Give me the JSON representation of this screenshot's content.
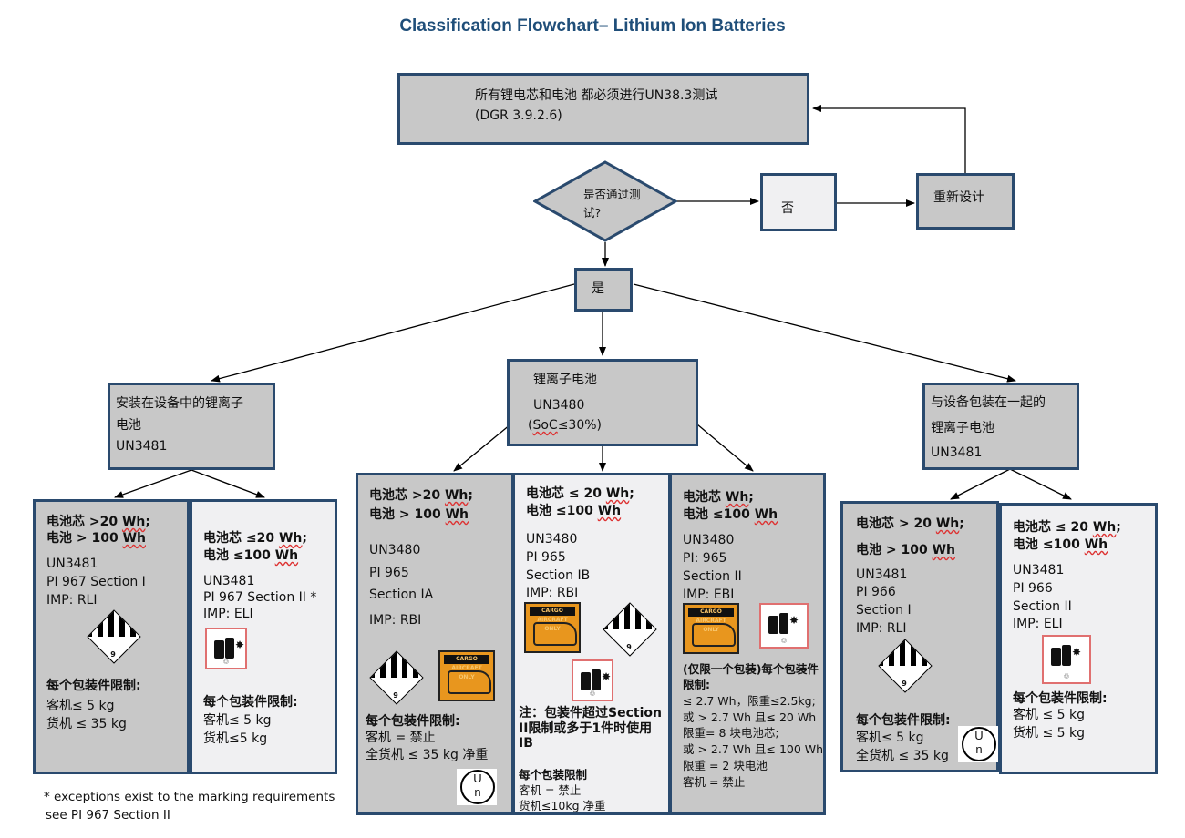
{
  "title": "Classification Flowchart–  Lithium Ion Batteries",
  "top": {
    "line1": "所有锂电芯和电池 都必须进行UN38.3测试",
    "line2": "(DGR 3.9.2.6)"
  },
  "decision": {
    "line1": "是否通过测",
    "line2": "试?"
  },
  "no": "否",
  "redesign": "重新设计",
  "yes": "是",
  "left": {
    "line1": "安装在设备中的锂离子",
    "line2": "电池",
    "line3": "UN3481"
  },
  "mid": {
    "line1": "锂离子电池",
    "line2": "UN3480",
    "line3a": "(",
    "line3b": "SoC",
    "line3c": "≤30%)"
  },
  "right": {
    "line1": "与设备包装在一起的",
    "line2": "锂离子电池",
    "line3": "UN3481"
  },
  "c1": {
    "h1a": "电池芯",
    "h1b": " >20 ",
    "h1c": "Wh",
    "h1d": ";",
    "h2a": "电池",
    "h2b": " > 100 ",
    "h2c": "Wh",
    "l1": "UN3481",
    "l2": "PI 967 Section I",
    "l3": "IMP: RLI",
    "lim": "每个包装件限制:",
    "p1": "客机≤ 5 kg",
    "p2": "货机 ≤ 35 kg"
  },
  "c2": {
    "h1a": "电池芯",
    "h1b": " ≤20 ",
    "h1c": "Wh",
    "h1d": ";",
    "h2a": "电池",
    "h2b": " ≤100 ",
    "h2c": "Wh",
    "l1": "UN3481",
    "l2": "PI 967 Section II  *",
    "l3": "IMP: ELI",
    "lim": "每个包装件限制:",
    "p1": "客机≤ 5 kg",
    "p2": "货机≤5 kg"
  },
  "c3": {
    "h1a": "电池芯",
    "h1b": " >20 ",
    "h1c": "Wh",
    "h1d": ";",
    "h2a": "电池",
    "h2b": " > 100 ",
    "h2c": "Wh",
    "l1": "UN3480",
    "l2": "PI 965",
    "l3": "Section IA",
    "l4": "IMP: RBI",
    "lim": "每个包装件限制:",
    "p1": "客机 = 禁止",
    "p2": "全货机 ≤ 35 kg 净重"
  },
  "c4": {
    "h1a": "电池芯",
    "h1b": " ≤ 20 ",
    "h1c": "Wh",
    "h1d": ";",
    "h2a": "电池",
    "h2b": " ≤100  ",
    "h2c": "Wh",
    "l1": "UN3480",
    "l2": "PI 965",
    "l3": "Section IB",
    "l4": "IMP: RBI",
    "note1": "注：包装件超过Section",
    "note2": "II限制或多于1件时使用",
    "note3": "IB",
    "lim": "每个包装限制",
    "p1": "客机 = 禁止",
    "p2": "货机≤10kg  净重"
  },
  "c5": {
    "h1a": "电池芯",
    "h1b": " ",
    "h1c": "Wh",
    "h1d": ";",
    "h2a": "电池",
    "h2b": " ≤100 ",
    "h2c": "Wh",
    "l1": "UN3480",
    "l2": "PI: 965",
    "l3": "Section II",
    "l4": "IMP: EBI",
    "lim1": "(仅限一个包装)每个包装件",
    "lim2": "限制:",
    "r1": "≤ 2.7 Wh，限重≤2.5kg;",
    "r2": "或 > 2.7 Wh 且≤ 20 Wh",
    "r3": " 限重= 8 块电池芯;",
    "r4": "或 > 2.7 Wh  且≤ 100 Wh",
    "r5": "限重 = 2 块电池",
    "r6": "客机 = 禁止"
  },
  "c6": {
    "h1a": "电池芯",
    "h1b": " > 20 ",
    "h1c": "Wh",
    "h1d": ";",
    "h2a": "电池",
    "h2b": " > 100 ",
    "h2c": "Wh",
    "l1": "UN3481",
    "l2": "PI 966",
    "l3": "Section I",
    "l4": "IMP: RLI",
    "lim": "每个包装件限制:",
    "p1": "客机≤ 5 kg",
    "p2": "全货机 ≤ 35 kg"
  },
  "c7": {
    "h1a": "电池芯",
    "h1b": " ≤ 20 ",
    "h1c": "Wh",
    "h1d": ";",
    "h2a": "电池",
    "h2b": " ≤100 ",
    "h2c": "Wh",
    "l1": "UN3481",
    "l2": "PI 966",
    "l3": "Section II",
    "l4": "IMP: ELI",
    "lim": "每个包装件限制:",
    "p1": "客机 ≤ 5 kg",
    "p2": "货机 ≤ 5 kg"
  },
  "footnote": {
    "l1": "* exceptions exist to the marking requirements",
    "l2": "see PI 967 Section II"
  },
  "icons": {
    "class9": "9",
    "cargo": "CARGO AIRCRAFT ONLY",
    "un_top": "U",
    "un_bot": "n",
    "recycle": "♲"
  }
}
